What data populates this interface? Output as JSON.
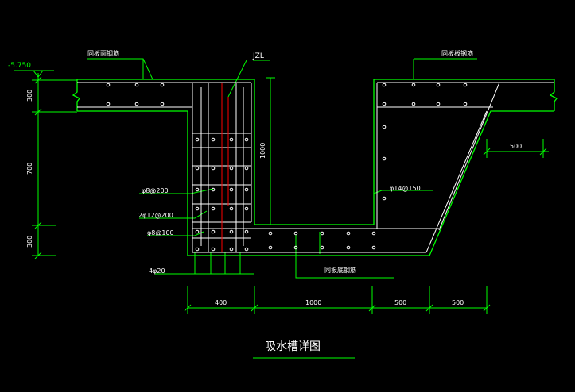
{
  "drawing": {
    "title": "吸水槽详图",
    "elevation": "-5.750",
    "labels": {
      "left_top_note": "同板面钢筋",
      "right_top_note": "同板板钢筋",
      "bottom_note": "同板底钢筋",
      "column_tag": "JZL",
      "stirrup_200": "φ8@200",
      "bars_2_12": "2φ12@200",
      "stirrup_100": "φ8@100",
      "main_bars": "4φ20",
      "slope_bars": "φ14@150"
    },
    "dims": {
      "left_v_top": "300",
      "left_v_mid": "700",
      "left_v_bot": "300",
      "depth": "1000",
      "right_width": "500",
      "bottom_1": "400",
      "bottom_2": "1000",
      "bottom_3": "500",
      "bottom_4": "500"
    },
    "colors": {
      "background": "#000000",
      "dimension": "#00ff00",
      "structure": "#ffffff",
      "column_line": "#ff0000"
    }
  }
}
